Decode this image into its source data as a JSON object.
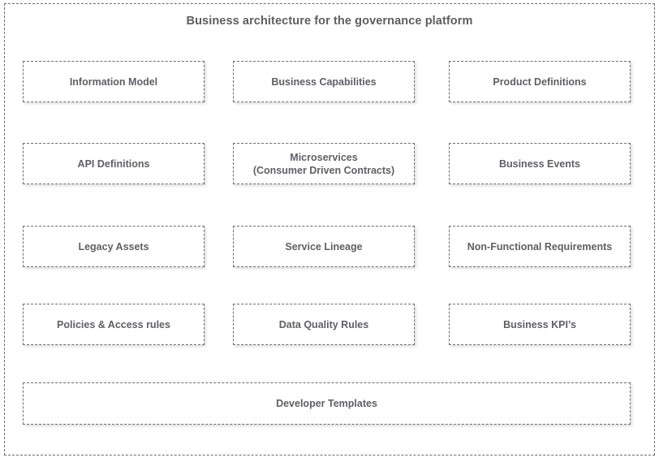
{
  "diagram": {
    "title": "Business architecture for the governance platform",
    "colors": {
      "background": "#ffffff",
      "border": "#6e6e6e",
      "title_text": "#5e5e5e",
      "label_text": "#5f6066"
    },
    "rows": [
      {
        "row_index": 1,
        "boxes": [
          {
            "label": "Information Model"
          },
          {
            "label": "Business Capabilities"
          },
          {
            "label": "Product Definitions"
          }
        ]
      },
      {
        "row_index": 2,
        "boxes": [
          {
            "label": "API Definitions"
          },
          {
            "label": "Microservices\n(Consumer Driven Contracts)"
          },
          {
            "label": "Business Events"
          }
        ]
      },
      {
        "row_index": 3,
        "boxes": [
          {
            "label": "Legacy Assets"
          },
          {
            "label": "Service Lineage"
          },
          {
            "label": "Non-Functional Requirements"
          }
        ]
      },
      {
        "row_index": 4,
        "boxes": [
          {
            "label": "Policies & Access rules"
          },
          {
            "label": "Data Quality Rules"
          },
          {
            "label": "Business KPI’s"
          }
        ]
      }
    ],
    "footer_box": {
      "label": "Developer Templates"
    }
  }
}
